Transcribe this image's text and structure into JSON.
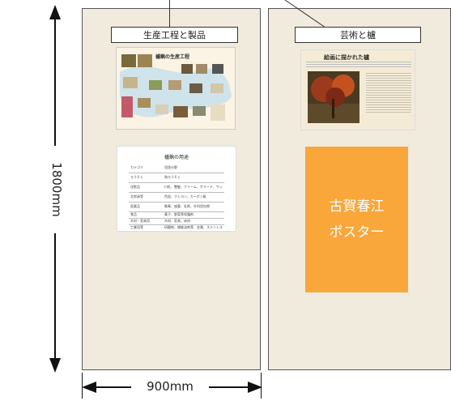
{
  "dimensions": {
    "height_label": "1800mm",
    "width_label": "900mm"
  },
  "left_panel": {
    "label": "生産工程と製品",
    "production_poster": {
      "title": "櫨蝋の生産工程"
    },
    "uses_table": {
      "title": "櫨蝋の用途",
      "header": [
        "カテゴリ",
        "用途分野"
      ],
      "rows": [
        [
          "ろうそく",
          "和ろうそく"
        ],
        [
          "化粧品",
          "口紅、整髪、クリーム、ポマード、ワックス"
        ],
        [
          "文房具等",
          "色鉛、クレヨン、カーボン紙"
        ],
        [
          "医薬品",
          "軟膏、座薬、乳剤、外科用包帯"
        ],
        [
          "食品",
          "菓子、野菜等保護剤"
        ],
        [
          "木材・家具用",
          "木材、家具、床材"
        ],
        [
          "工業用等",
          "研磨剤、繊維油剤等、金属、ステンレス研磨剤、グリース、潤滑剤、塗料"
        ]
      ]
    }
  },
  "right_panel": {
    "label": "芸術と櫨",
    "art_panel": {
      "title": "絵画に描かれた櫨"
    },
    "poster": {
      "line1": "古賀春江",
      "line2": "ポスター"
    }
  },
  "colors": {
    "panel_fill": "#f0ebdd",
    "poster_orange": "#f9a63a"
  }
}
